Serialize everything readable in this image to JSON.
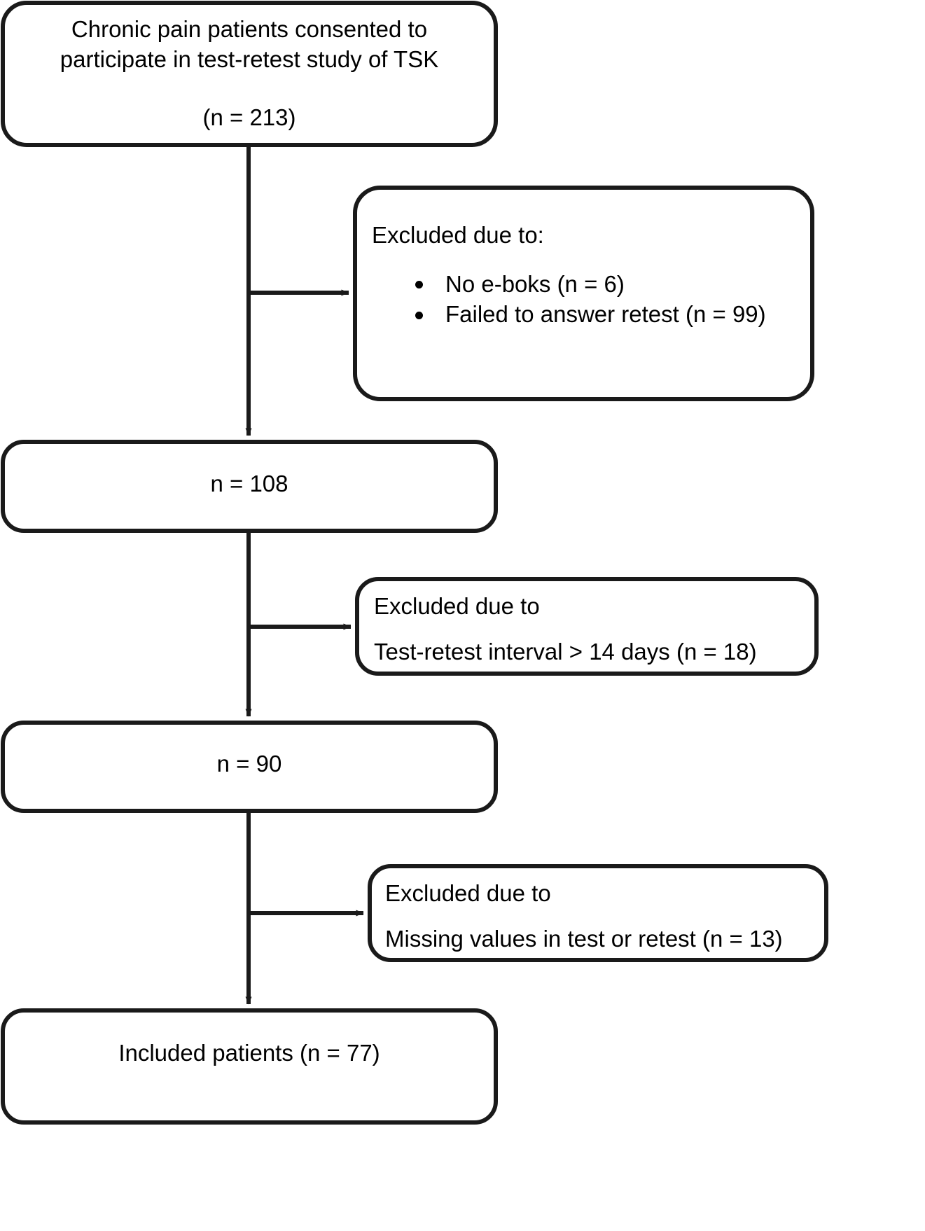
{
  "figure": {
    "type": "flowchart",
    "description": "Participant flow diagram for test-retest study of TSK",
    "stroke_color": "#1a1a1a",
    "text_color": "#000000",
    "background_color": "#ffffff"
  },
  "nodes": {
    "consented": {
      "id": "consented",
      "text": "Chronic pain patients consented to\nparticipate in test-retest study of TSK",
      "count_line": "(n = 213)",
      "n": 213
    },
    "excluded_1": {
      "id": "excluded-1",
      "heading": "Excluded due to:",
      "items": [
        {
          "label": "No e-boks (n = 6)",
          "n": 6
        },
        {
          "label": "Failed to answer retest (n = 99)",
          "n": 99
        }
      ]
    },
    "stage_108": {
      "id": "stage-108",
      "text": "n = 108",
      "n": 108
    },
    "excluded_2": {
      "id": "excluded-2",
      "heading": "Excluded due to",
      "reason": "Test-retest interval > 14 days (n = 18)",
      "n": 18
    },
    "stage_90": {
      "id": "stage-90",
      "text": "n = 90",
      "n": 90
    },
    "excluded_3": {
      "id": "excluded-3",
      "heading": "Excluded due to",
      "reason": "Missing values in test or retest (n = 13)",
      "n": 13
    },
    "included": {
      "id": "included",
      "text": "Included patients (n = 77)",
      "n": 77
    }
  },
  "edges": [
    {
      "from": "consented",
      "to": "excluded_1",
      "direction": "right"
    },
    {
      "from": "consented",
      "to": "stage_108",
      "direction": "down"
    },
    {
      "from": "stage_108",
      "to": "excluded_2",
      "direction": "right"
    },
    {
      "from": "stage_108",
      "to": "stage_90",
      "direction": "down"
    },
    {
      "from": "stage_90",
      "to": "excluded_3",
      "direction": "right"
    },
    {
      "from": "stage_90",
      "to": "included",
      "direction": "down"
    }
  ]
}
